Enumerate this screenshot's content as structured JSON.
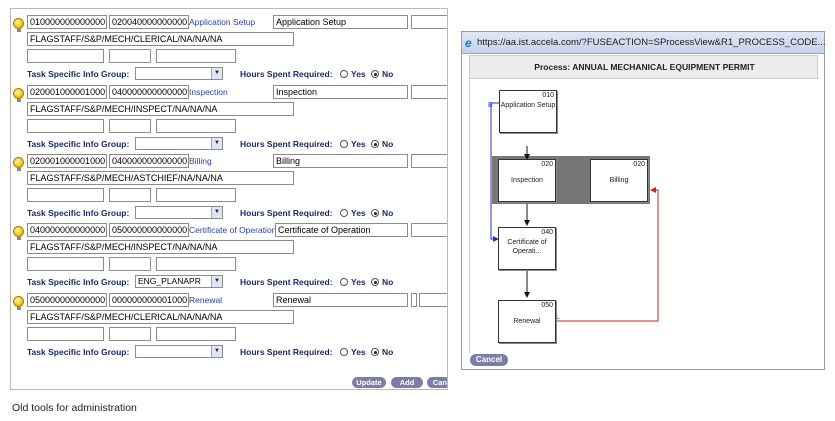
{
  "left_form": {
    "rows": [
      {
        "code1": "010000000000000",
        "code2": "020040000000000",
        "task_link": "Application Setup",
        "task_name": "Application Setup",
        "dept": "FLAGSTAFF/S&P/MECH/CLERICAL/NA/NA/NA",
        "group_label": "Task Specific Info Group:",
        "group_value": "",
        "hours_label": "Hours Spent Required:",
        "yes": "Yes",
        "no": "No",
        "selected": "No"
      },
      {
        "code1": "020001000001000",
        "code2": "040000000000000",
        "task_link": "Inspection",
        "task_name": "Inspection",
        "dept": "FLAGSTAFF/S&P/MECH/INSPECT/NA/NA/NA",
        "group_label": "Task Specific Info Group:",
        "group_value": "",
        "hours_label": "Hours Spent Required:",
        "yes": "Yes",
        "no": "No",
        "selected": "No"
      },
      {
        "code1": "020001000001000",
        "code2": "040000000000000",
        "task_link": "Billing",
        "task_name": "Billing",
        "dept": "FLAGSTAFF/S&P/MECH/ASTCHIEF/NA/NA/NA",
        "group_label": "Task Specific Info Group:",
        "group_value": "",
        "hours_label": "Hours Spent Required:",
        "yes": "Yes",
        "no": "No",
        "selected": "No"
      },
      {
        "code1": "040000000000000",
        "code2": "050000000000000",
        "task_link": "Certificate of Operation",
        "task_name": "Certificate of Operation",
        "dept": "FLAGSTAFF/S&P/MECH/INSPECT/NA/NA/NA",
        "group_label": "Task Specific Info Group:",
        "group_value": "ENG_PLANAPR",
        "hours_label": "Hours Spent Required:",
        "yes": "Yes",
        "no": "No",
        "selected": "No"
      },
      {
        "code1": "050000000000000",
        "code2": "000000000001000",
        "task_link": "Renewal",
        "task_name": "Renewal",
        "dept": "FLAGSTAFF/S&P/MECH/CLERICAL/NA/NA/NA",
        "group_label": "Task Specific Info Group:",
        "group_value": "",
        "hours_label": "Hours Spent Required:",
        "yes": "Yes",
        "no": "No",
        "selected": "No"
      }
    ],
    "buttons": {
      "update": "Update",
      "add": "Add",
      "cancel": "Canc"
    }
  },
  "popup": {
    "url": "https://aa.ist.accela.com/?FUSEACTION=SProcessView&R1_PROCESS_CODE...",
    "title": "Process: ANNUAL MECHANICAL EQUIPMENT PERMIT",
    "nodes": [
      {
        "num": "010",
        "name": "Application Setup"
      },
      {
        "num": "020",
        "name": "Inspection"
      },
      {
        "num": "020",
        "name": "Billing"
      },
      {
        "num": "040",
        "name": "Certificate of Operati..."
      },
      {
        "num": "050",
        "name": "Renewal"
      }
    ],
    "edge_labels": {
      "back_to_inspection": "B",
      "loop_to_billing": "L"
    },
    "cancel": "Cancel",
    "colors": {
      "back_edge": "#2233cc",
      "loop_edge": "#cc2222",
      "parallel_group": "#777777"
    }
  },
  "caption": "Old tools for administration"
}
